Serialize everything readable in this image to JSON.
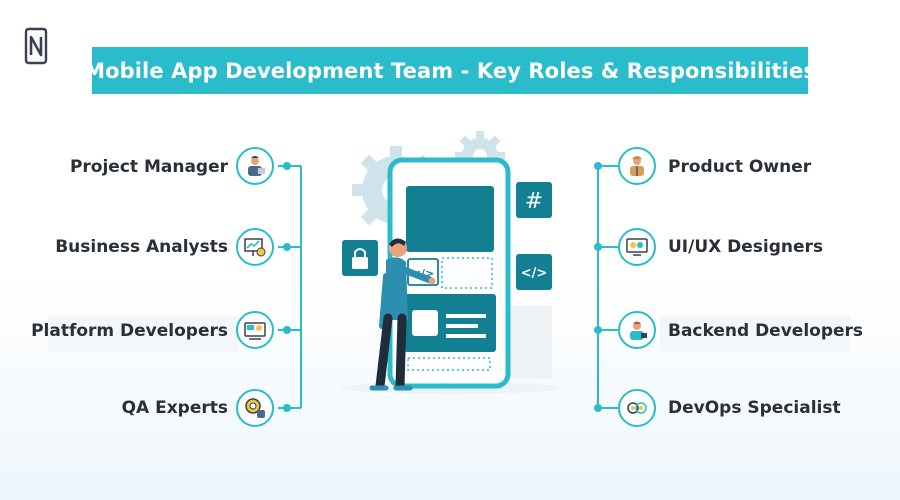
{
  "header": {
    "title": "Mobile App Development Team - Key Roles & Responsibilities"
  },
  "logo": {
    "icon": "n-logo-icon"
  },
  "roles": {
    "left": [
      {
        "label": "Project Manager",
        "icon": "manager-icon"
      },
      {
        "label": "Business Analysts",
        "icon": "analytics-icon"
      },
      {
        "label": "Platform Developers",
        "icon": "developer-icon"
      },
      {
        "label": "QA Experts",
        "icon": "qa-icon"
      }
    ],
    "right": [
      {
        "label": "Product Owner",
        "icon": "owner-icon"
      },
      {
        "label": "UI/UX Designers",
        "icon": "design-icon"
      },
      {
        "label": "Backend Developers",
        "icon": "backend-icon"
      },
      {
        "label": "DevOps Specialist",
        "icon": "devops-icon"
      }
    ]
  },
  "illustration": {
    "hash_symbol": "#",
    "code_symbol": "</>",
    "icons": [
      "gear-icon",
      "lock-icon",
      "hash-icon",
      "code-icon",
      "person-icon",
      "smartphone-icon"
    ]
  },
  "colors": {
    "accent": "#2bbccc",
    "dark_teal": "#137f93",
    "text": "#2a2f38"
  }
}
